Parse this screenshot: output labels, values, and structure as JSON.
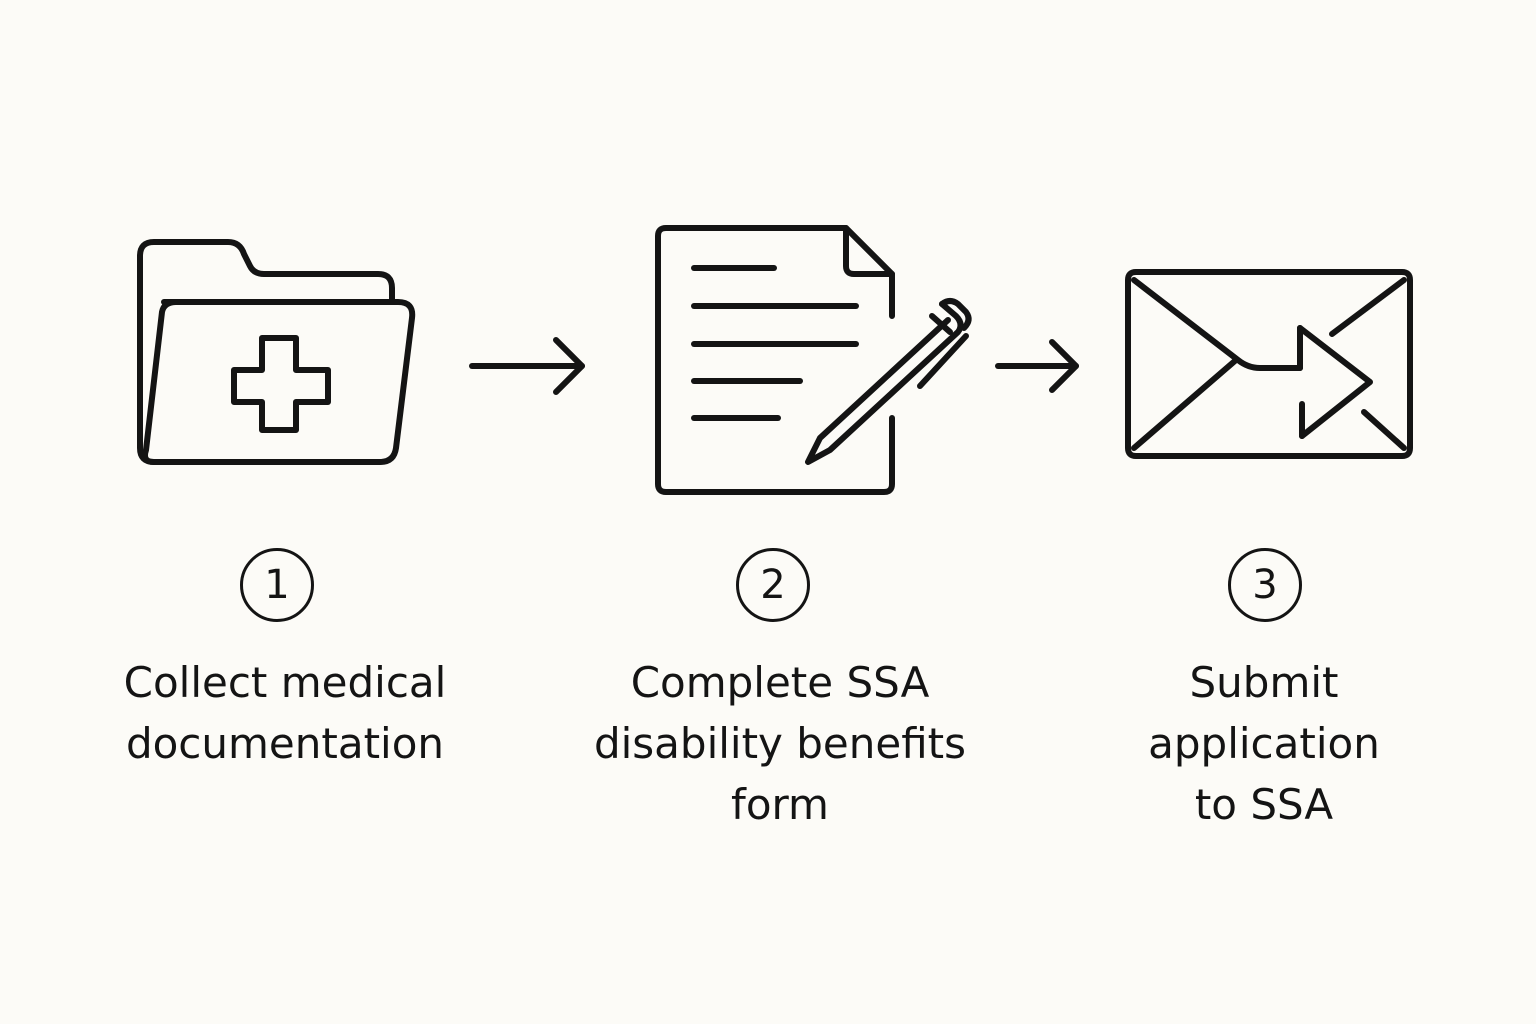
{
  "steps": [
    {
      "number": "1",
      "icon": "medical-folder-icon",
      "label_lines": [
        "Collect medical",
        "documentation"
      ]
    },
    {
      "number": "2",
      "icon": "document-with-pen-icon",
      "label_lines": [
        "Complete SSA",
        "disability benefits",
        "form"
      ]
    },
    {
      "number": "3",
      "icon": "envelope-send-icon",
      "label_lines": [
        "Submit",
        "application",
        "to SSA"
      ]
    }
  ],
  "connector_icon": "right-arrow-icon",
  "colors": {
    "background": "#fcfbf7",
    "ink": "#141414"
  }
}
